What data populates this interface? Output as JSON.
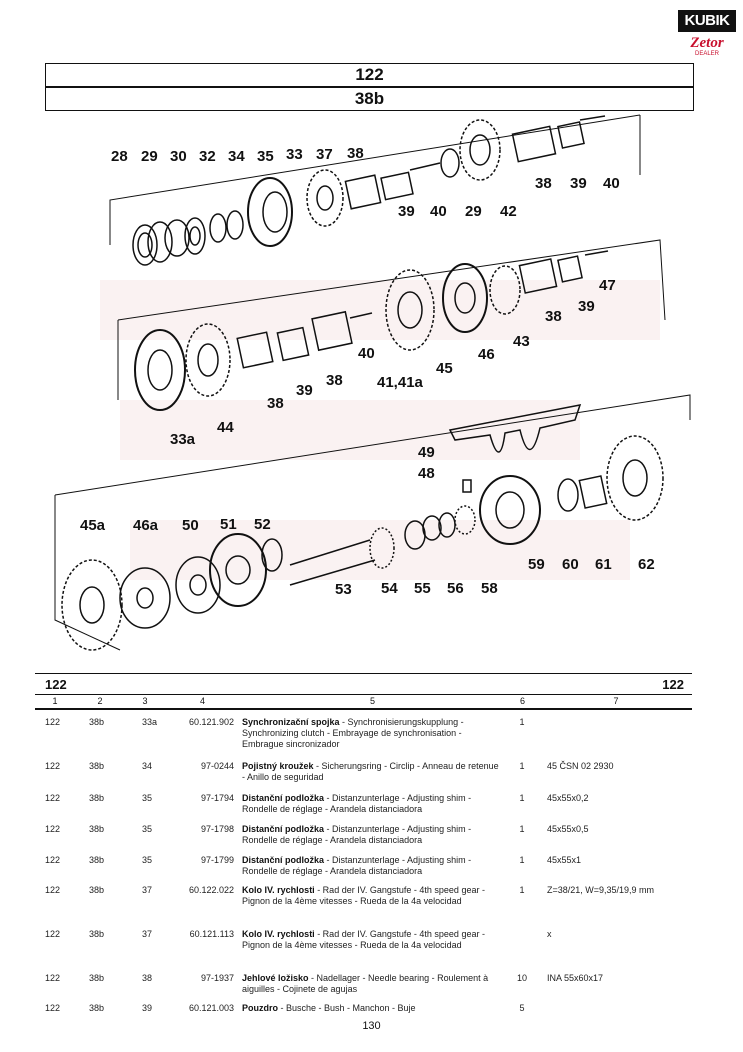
{
  "logo": {
    "brand": "KUBIK",
    "sub": "Zetor",
    "tag": "DEALER"
  },
  "header": {
    "group": "122",
    "section": "38b"
  },
  "callouts": {
    "row1": [
      "28",
      "29",
      "30",
      "32",
      "34",
      "35",
      "33",
      "37",
      "38",
      "39",
      "40",
      "29",
      "42",
      "38",
      "39",
      "40"
    ],
    "row2": [
      "47",
      "39",
      "38",
      "43",
      "46",
      "45",
      "41,41a",
      "40",
      "38",
      "39",
      "38",
      "44",
      "33a"
    ],
    "row3": [
      "49",
      "48",
      "45a",
      "46a",
      "50",
      "51",
      "52",
      "53",
      "54",
      "55",
      "56",
      "58",
      "59",
      "60",
      "61",
      "62"
    ]
  },
  "table": {
    "group_left": "122",
    "group_right": "122",
    "columns": [
      "1",
      "2",
      "3",
      "4",
      "5",
      "6",
      "7"
    ],
    "rows": [
      {
        "c1": "122",
        "c2": "38b",
        "c3": "33a",
        "c4": "60.121.902",
        "name": "Synchronizační spojka",
        "desc": " - Synchronisierungskupplung - Synchronizing clutch - Embrayage de synchronisation - Embrague sincronizador",
        "qty": "1",
        "note": ""
      },
      {
        "c1": "122",
        "c2": "38b",
        "c3": "34",
        "c4": "97-0244",
        "name": "Pojistný kroužek",
        "desc": " - Sicherungsring - Circlip - Anneau de retenue - Anillo de seguridad",
        "qty": "1",
        "note": "45 ČSN 02 2930"
      },
      {
        "c1": "122",
        "c2": "38b",
        "c3": "35",
        "c4": "97-1794",
        "name": "Distanční podložka",
        "desc": " - Distanzunterlage - Adjusting shim - Rondelle de réglage - Arandela distanciadora",
        "qty": "1",
        "note": "45x55x0,2"
      },
      {
        "c1": "122",
        "c2": "38b",
        "c3": "35",
        "c4": "97-1798",
        "name": "Distanční podložka",
        "desc": " - Distanzunterlage - Adjusting shim - Rondelle de réglage - Arandela distanciadora",
        "qty": "1",
        "note": "45x55x0,5"
      },
      {
        "c1": "122",
        "c2": "38b",
        "c3": "35",
        "c4": "97-1799",
        "name": "Distanční podložka",
        "desc": " - Distanzunterlage - Adjusting shim - Rondelle de réglage - Arandela distanciadora",
        "qty": "1",
        "note": "45x55x1"
      },
      {
        "c1": "122",
        "c2": "38b",
        "c3": "37",
        "c4": "60.122.022",
        "name": "Kolo IV. rychlosti",
        "desc": " - Rad der IV. Gangstufe - 4th speed gear - Pignon de la 4ème vitesses - Rueda de la 4a velocidad",
        "qty": "1",
        "note": "Z=38/21, W=9,35/19,9 mm"
      },
      {
        "c1": "122",
        "c2": "38b",
        "c3": "37",
        "c4": "60.121.113",
        "name": "Kolo IV. rychlosti",
        "desc": " - Rad der IV. Gangstufe - 4th speed gear - Pignon de la 4ème vitesses - Rueda de la 4a velocidad",
        "qty": "",
        "note": "x"
      },
      {
        "c1": "122",
        "c2": "38b",
        "c3": "38",
        "c4": "97-1937",
        "name": "Jehlové ložisko",
        "desc": " - Nadellager - Needle bearing - Roulement à aiguilles - Cojinete de agujas",
        "qty": "10",
        "note": "INA 55x60x17"
      },
      {
        "c1": "122",
        "c2": "38b",
        "c3": "39",
        "c4": "60.121.003",
        "name": "Pouzdro",
        "desc": " - Busche - Bush - Manchon - Buje",
        "qty": "5",
        "note": ""
      }
    ]
  },
  "page_number": "130"
}
